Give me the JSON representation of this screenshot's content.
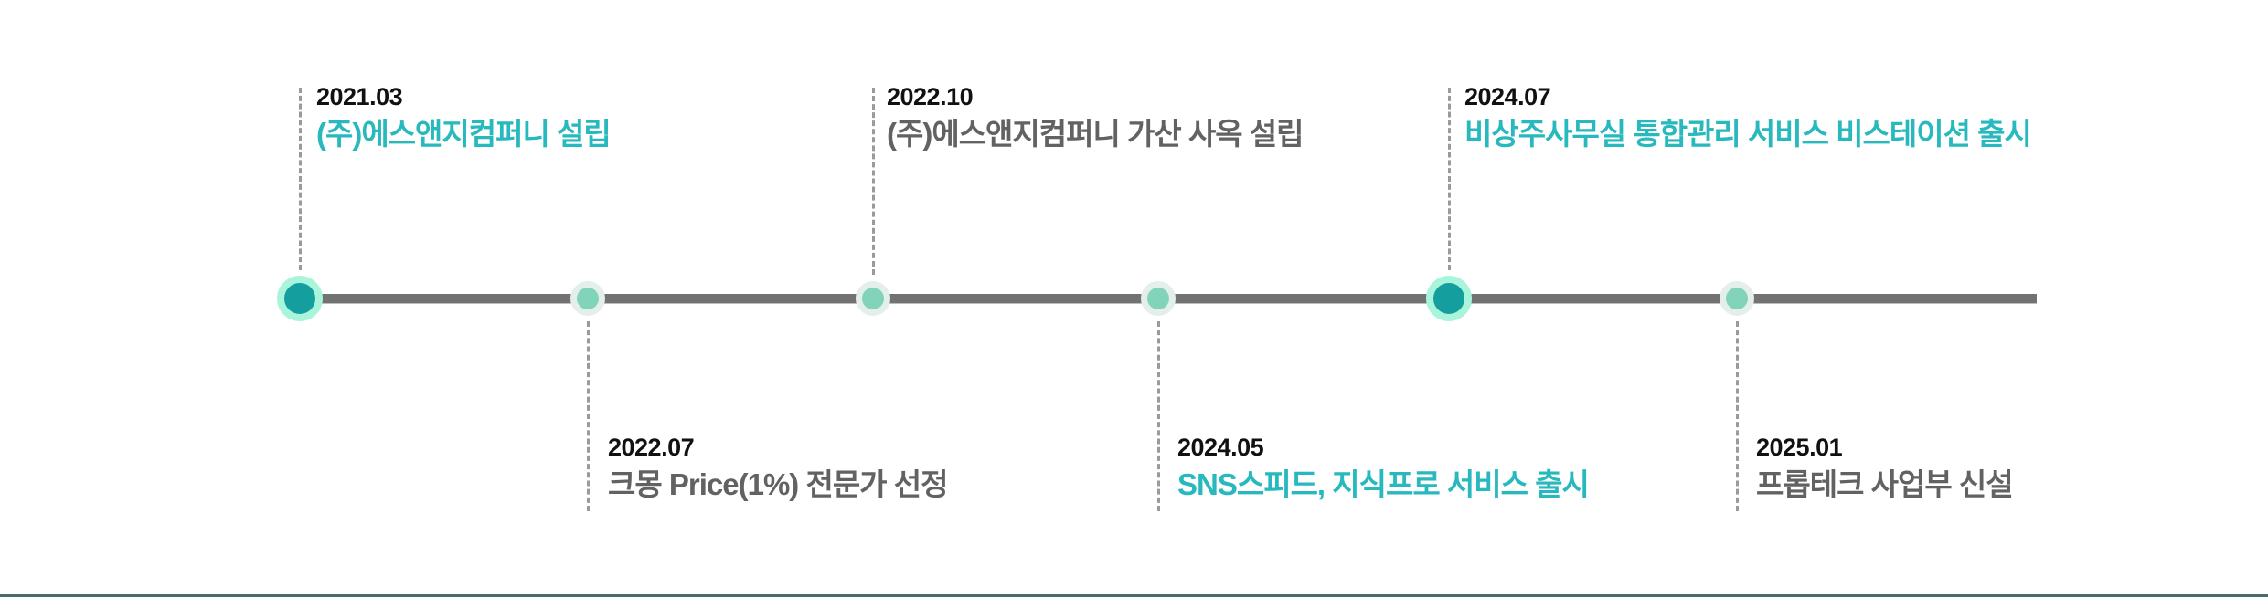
{
  "timeline": {
    "colors": {
      "line": "#727272",
      "major_node_fill": "#149e9e",
      "major_node_ring": "#a9f5db",
      "minor_node_fill": "#81d4b9",
      "minor_node_ring": "#e4efeb",
      "accent_text": "#27b9bd",
      "muted_text": "#626262",
      "date_text": "#111111"
    },
    "events": [
      {
        "date": "2021.03",
        "title": "(주)에스앤지컴퍼니 설립",
        "position": "above",
        "highlight": true
      },
      {
        "date": "2022.07",
        "title": "크몽 Price(1%) 전문가 선정",
        "position": "below",
        "highlight": false
      },
      {
        "date": "2022.10",
        "title": "(주)에스앤지컴퍼니 가산 사옥 설립",
        "position": "above",
        "highlight": false
      },
      {
        "date": "2024.05",
        "title": "SNS스피드, 지식프로 서비스 출시",
        "position": "below",
        "highlight": true
      },
      {
        "date": "2024.07",
        "title": "비상주사무실 통합관리 서비스 비스테이션 출시",
        "position": "above",
        "highlight": true
      },
      {
        "date": "2025.01",
        "title": "프롭테크 사업부 신설",
        "position": "below",
        "highlight": false
      }
    ]
  }
}
